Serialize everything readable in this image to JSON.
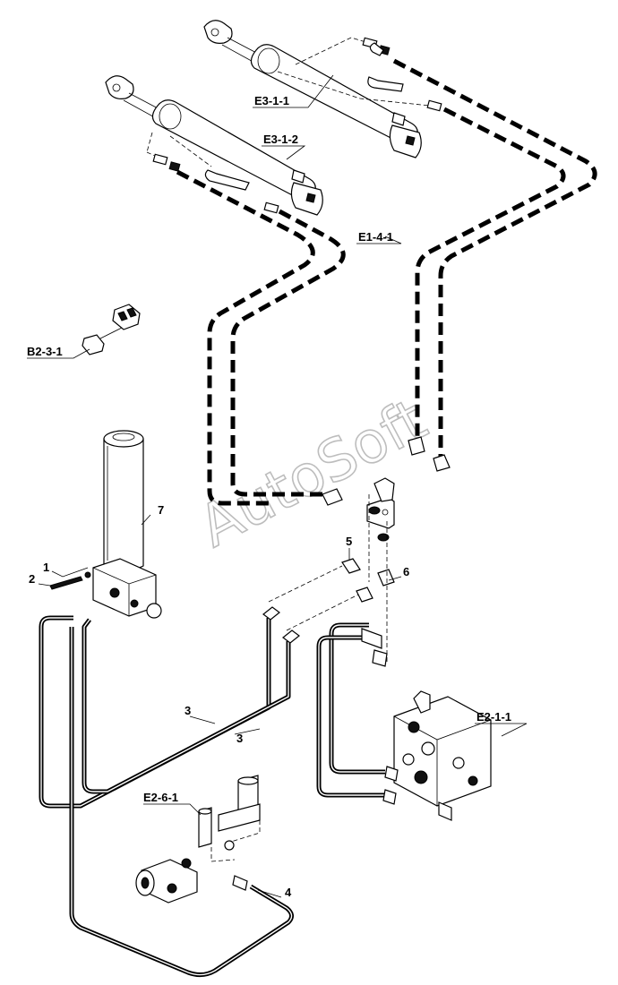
{
  "watermark": "AutoSoft",
  "callouts": {
    "e3_1_1": "E3-1-1",
    "e3_1_2": "E3-1-2",
    "e1_4_1": "E1-4-1",
    "b2_3_1": "B2-3-1",
    "e2_1_1": "E2-1-1",
    "e2_6_1": "E2-6-1"
  },
  "numbers": {
    "n1": "1",
    "n2": "2",
    "n3a": "3",
    "n3b": "3",
    "n4": "4",
    "n5": "5",
    "n6": "6",
    "n7": "7"
  }
}
